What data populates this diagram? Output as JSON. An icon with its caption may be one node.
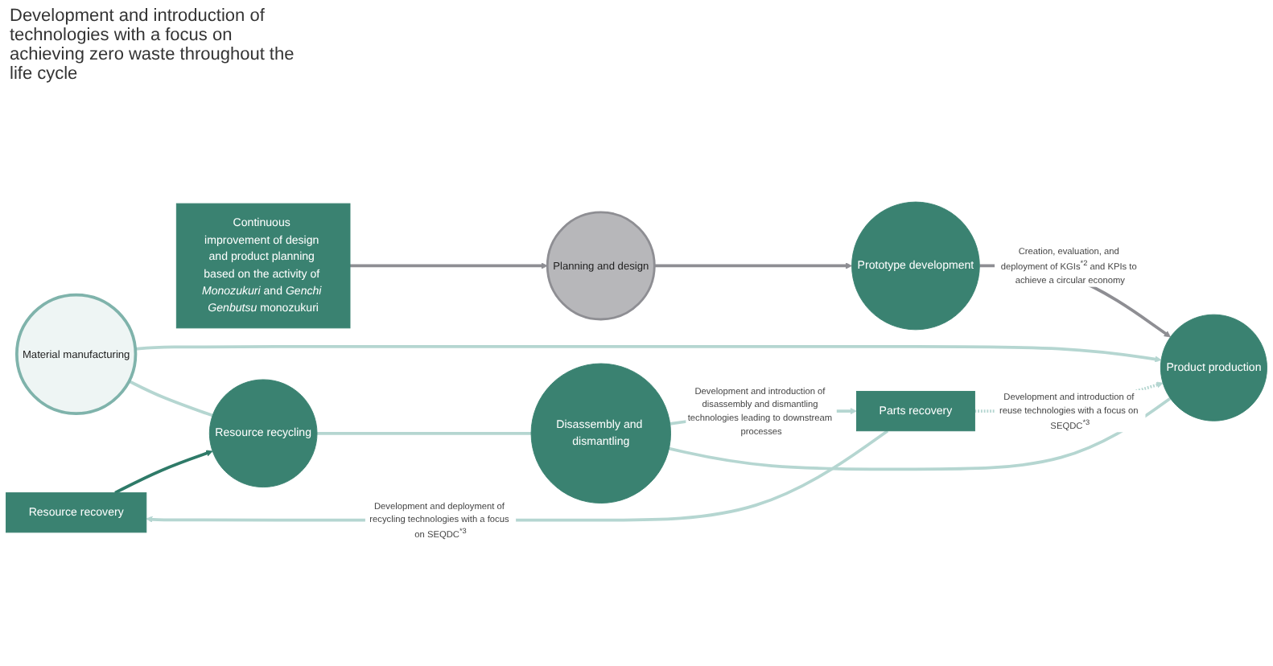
{
  "diagram": {
    "nodes": [
      {
        "text": [
          "Resource recovery"
        ]
      },
      {
        "text": [
          "Continuous improvement of design and product planning based on the activity of *Monozukuri* and *Genchi Genbutsu* monozukuri"
        ]
      },
      {
        "text": [
          "Resource recycling"
        ]
      },
      {
        "text": [
          "Material manufacturing"
        ]
      },
      {
        "text": [
          "Disassembly and dismantling"
        ]
      },
      {
        "text": [
          "Parts recovery"
        ]
      },
      {
        "text": [
          "Planning and design"
        ]
      },
      {
        "text": [
          "Prototype development"
        ]
      },
      {
        "text": [
          "Product production"
        ]
      }
    ],
    "edges": [
      {
        "from": 0,
        "to": 2,
        "arrow": "to",
        "color": "#2e7a68"
      },
      {
        "from": 5,
        "to": 0,
        "arrow": "to",
        "label": "Development and deployment of recycling technologies with a focus on SEQDC$^{*3}$"
      },
      {
        "from": 1,
        "to": 6,
        "arrow": "to",
        "color": "#8e8e93"
      },
      {
        "from": 6,
        "to": 7,
        "arrow": "to",
        "color": "#8e8e93"
      },
      {
        "from": 7,
        "to": 8,
        "arrow": "to",
        "color": "#8e8e93",
        "label": "Creation, evaluation, and deployment of KGIs$^{*2}$ and KPIs to achieve a circular economy"
      },
      {
        "from": 3,
        "to": 8,
        "arrow": "to"
      },
      {
        "from": 4,
        "to": 5,
        "arrow": "to",
        "label": "Development and introduction of disassembly and dismantling technologies leading to downstream processes"
      },
      {
        "from": 5,
        "to": 8,
        "arrow": "to",
        "style": "dashed",
        "label": "Development and introduction of reuse technologies with a focus on SEQDC$^{*3}$"
      },
      {
        "from": 3,
        "to": 2,
        "arrow": "none"
      },
      {
        "from": 2,
        "to": 4,
        "arrow": "none"
      },
      {
        "from": 4,
        "to": 8,
        "arrow": "none"
      }
    ],
    "labels": [
      "Development and introduction of technologies with a focus on achieving zero waste throughout the life cycle"
    ]
  }
}
